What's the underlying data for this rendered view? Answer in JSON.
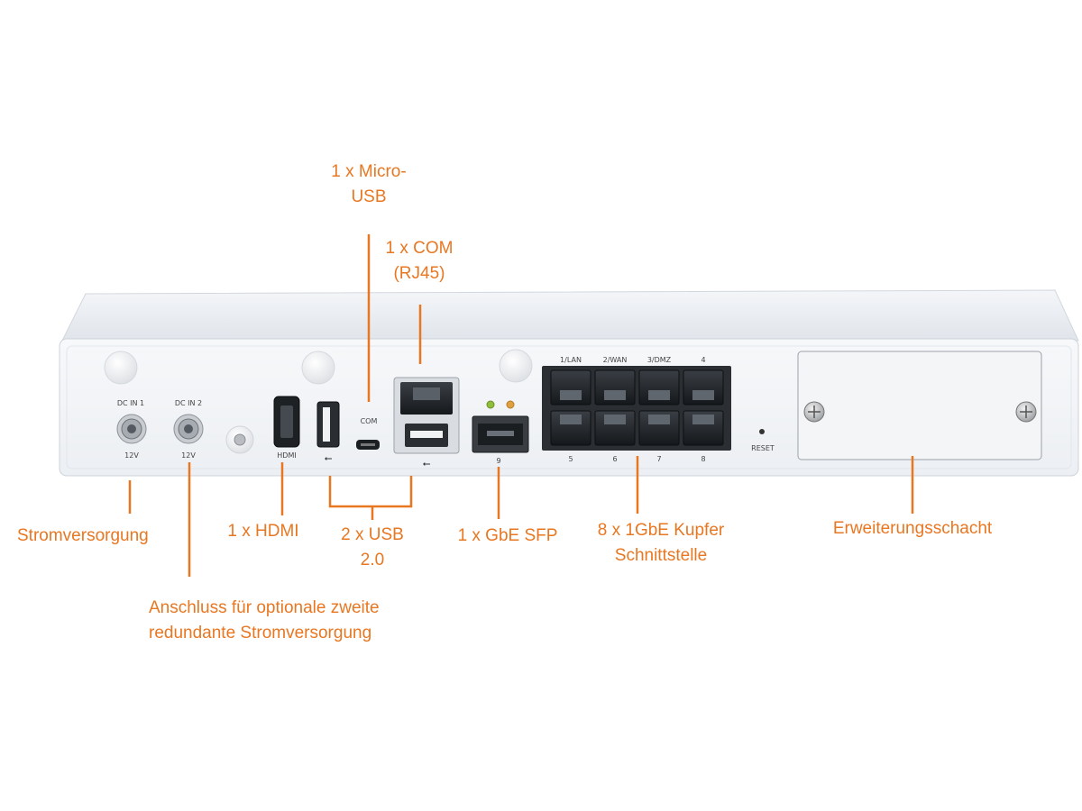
{
  "accent_color": "#e87722",
  "callouts": {
    "micro_usb": {
      "line1": "1 x Micro-",
      "line2": "USB"
    },
    "com": {
      "line1": "1 x COM",
      "line2": "(RJ45)"
    },
    "power": {
      "text": "Stromversorgung"
    },
    "hdmi": {
      "text": "1 x HDMI"
    },
    "usb": {
      "line1": "2 x USB",
      "line2": "2.0"
    },
    "sfp": {
      "text": "1 x  GbE SFP"
    },
    "copper": {
      "line1": "8 x 1GbE Kupfer",
      "line2": "Schnittstelle"
    },
    "expansion": {
      "text": "Erweiterungsschacht"
    },
    "redundant_power": {
      "line1": "Anschluss für optionale zweite",
      "line2": "redundante Stromversorgung"
    }
  },
  "device": {
    "dc_in_1": "DC IN 1",
    "dc_in_2": "DC IN 2",
    "voltage_1": "12V",
    "voltage_2": "12V",
    "hdmi": "HDMI",
    "com": "COM",
    "sfp_port": "9",
    "port_labels_top": [
      "1/LAN",
      "2/WAN",
      "3/DMZ",
      "4"
    ],
    "port_labels_bottom": [
      "5",
      "6",
      "7",
      "8"
    ],
    "reset": "RESET"
  }
}
